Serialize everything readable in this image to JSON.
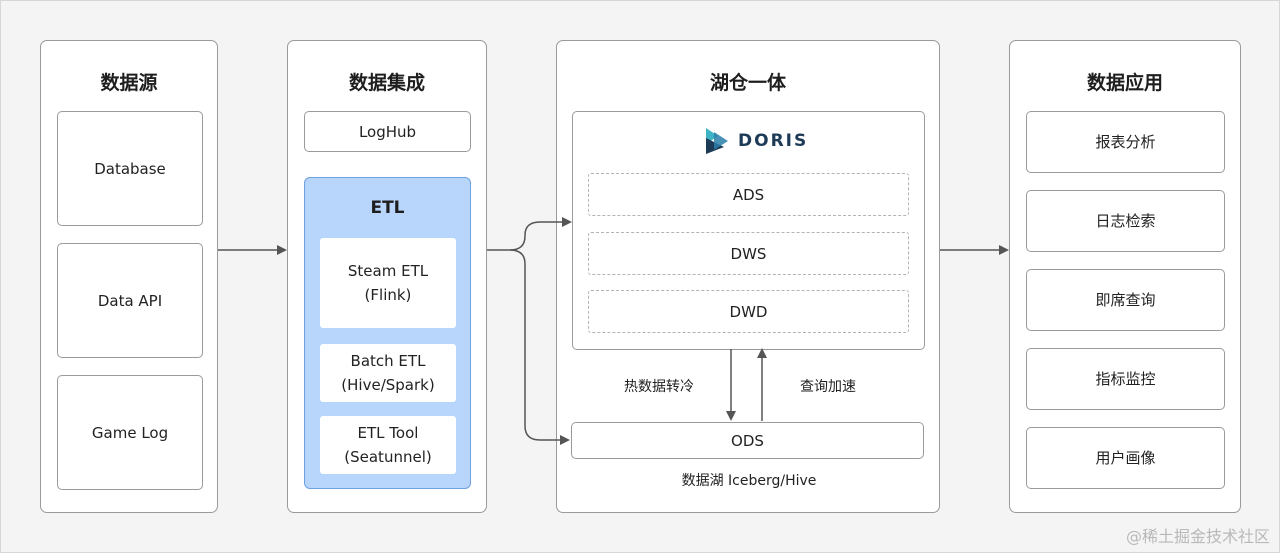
{
  "sources": {
    "title": "数据源",
    "items": [
      "Database",
      "Data API",
      "Game Log"
    ]
  },
  "integration": {
    "title": "数据集成",
    "loghub": "LogHub",
    "etl": {
      "title": "ETL",
      "items": [
        "Steam ETL\n(Flink)",
        "Batch ETL\n(Hive/Spark)",
        "ETL Tool\n(Seatunnel)"
      ]
    }
  },
  "lakehouse": {
    "title": "湖仓一体",
    "doris_logo_text": "DORIS",
    "layers": [
      "ADS",
      "DWS",
      "DWD"
    ],
    "ods": "ODS",
    "hot_to_cold": "热数据转冷",
    "query_accel": "查询加速",
    "lake_caption": "数据湖 Iceberg/Hive"
  },
  "applications": {
    "title": "数据应用",
    "items": [
      "报表分析",
      "日志检索",
      "即席查询",
      "指标监控",
      "用户画像"
    ]
  },
  "watermark": "@稀土掘金技术社区",
  "colors": {
    "etl_fill": "#b8d5fb",
    "etl_border": "#6fa0e0",
    "doris_teal": "#3fb3c6",
    "doris_navy": "#1d3a57",
    "arrow": "#555555"
  }
}
